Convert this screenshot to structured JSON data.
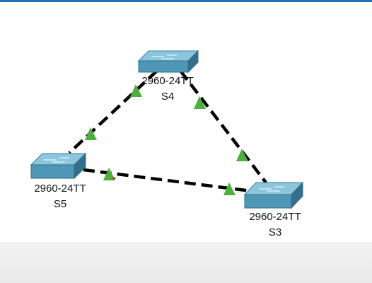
{
  "colors": {
    "link": "#000000",
    "port_up": "#4caf3e",
    "switch_top": "#6fb6cf",
    "switch_side": "#3f8aa8",
    "switch_front": "#5aa2c0",
    "accent_strip": "#1f6fb8"
  },
  "devices": [
    {
      "id": "S4",
      "model": "2960-24TT",
      "name": "S4",
      "icon": "switch-icon"
    },
    {
      "id": "S5",
      "model": "2960-24TT",
      "name": "S5",
      "icon": "switch-icon"
    },
    {
      "id": "S3",
      "model": "2960-24TT",
      "name": "S3",
      "icon": "switch-icon"
    }
  ],
  "links": [
    {
      "from": "S4",
      "to": "S5",
      "style": "dashed",
      "ends": [
        "up",
        "up"
      ]
    },
    {
      "from": "S4",
      "to": "S3",
      "style": "dashed",
      "ends": [
        "up",
        "up"
      ]
    },
    {
      "from": "S5",
      "to": "S3",
      "style": "dashed",
      "ends": [
        "up",
        "up"
      ]
    }
  ]
}
